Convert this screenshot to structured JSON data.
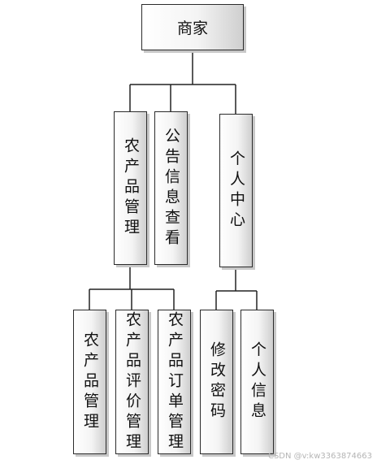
{
  "nodes": {
    "root": "商家",
    "product_mgmt": "农产品管理",
    "notice_view": "公告信息查看",
    "personal_center": "个人中心",
    "sub_product_mgmt": "农产品管理",
    "sub_review_mgmt": "农产品评价管理",
    "sub_order_mgmt": "农产品订单管理",
    "sub_change_password": "修改密码",
    "sub_personal_info": "个人信息"
  },
  "watermark": "CSDN @v:kw3363874663"
}
